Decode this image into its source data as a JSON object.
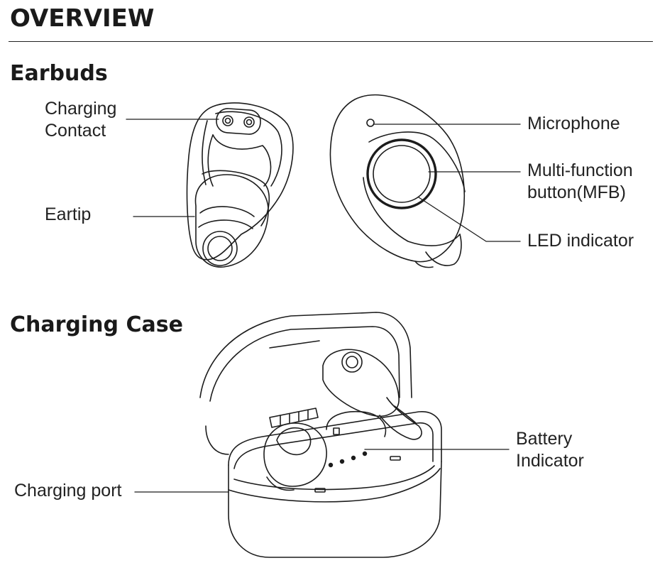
{
  "title": "OVERVIEW",
  "earbuds": {
    "heading": "Earbuds",
    "labels": {
      "charging_contact_line1": "Charging",
      "charging_contact_line2": "Contact",
      "eartip": "Eartip",
      "microphone": "Microphone",
      "mfb_line1": "Multi-function",
      "mfb_line2": "button(MFB)",
      "led": "LED indicator"
    }
  },
  "charging_case": {
    "heading": "Charging Case",
    "labels": {
      "battery_line1": "Battery",
      "battery_line2": "Indicator",
      "charging_port": "Charging port"
    }
  }
}
